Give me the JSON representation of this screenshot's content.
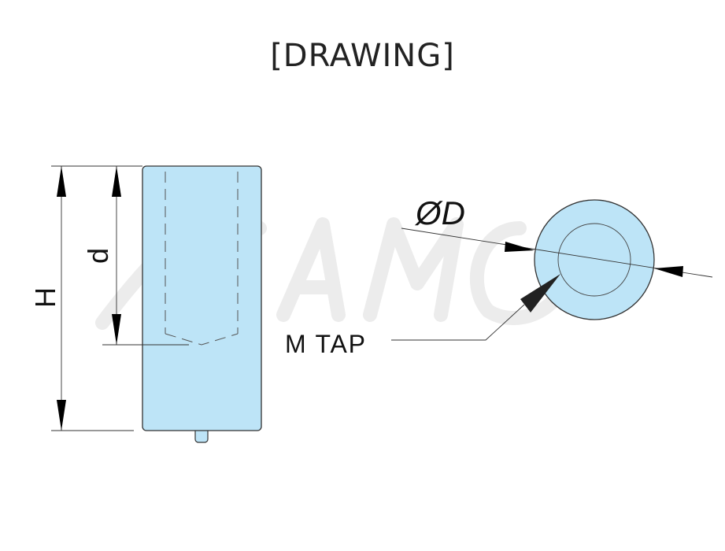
{
  "title": "[DRAWING]",
  "watermark": "SAMO",
  "labels": {
    "height": "H",
    "depth": "d",
    "diameter": "ØD",
    "tap": "M TAP"
  },
  "colors": {
    "part_fill": "#bde4f7",
    "outline": "#333333",
    "watermark": "#e6e6e6"
  }
}
